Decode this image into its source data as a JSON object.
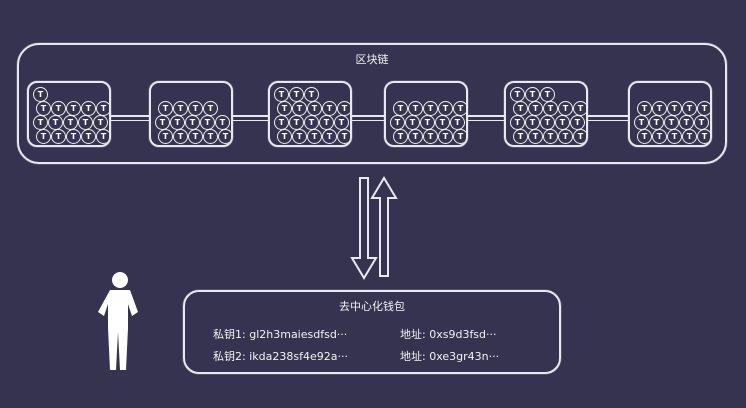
{
  "blockchain": {
    "title": "区块链",
    "blocks": [
      {
        "coins": 16
      },
      {
        "coins": 14
      },
      {
        "coins": 18
      },
      {
        "coins": 15
      },
      {
        "coins": 18
      },
      {
        "coins": 15
      }
    ],
    "coin_label": "T"
  },
  "arrows": {
    "down": "to-wallet",
    "up": "to-chain"
  },
  "wallet": {
    "title": "去中心化钱包",
    "rows": [
      {
        "key_label": "私钥1:",
        "key_value": "gl2h3maiesdfsd···",
        "addr_label": "地址:",
        "addr_value": "0xs9d3fsd···"
      },
      {
        "key_label": "私钥2:",
        "key_value": "ikda238sf4e92a···",
        "addr_label": "地址:",
        "addr_value": "0xe3gr43n···"
      }
    ]
  },
  "colors": {
    "background": "#35334f",
    "chalk": "#e8e8ee"
  }
}
